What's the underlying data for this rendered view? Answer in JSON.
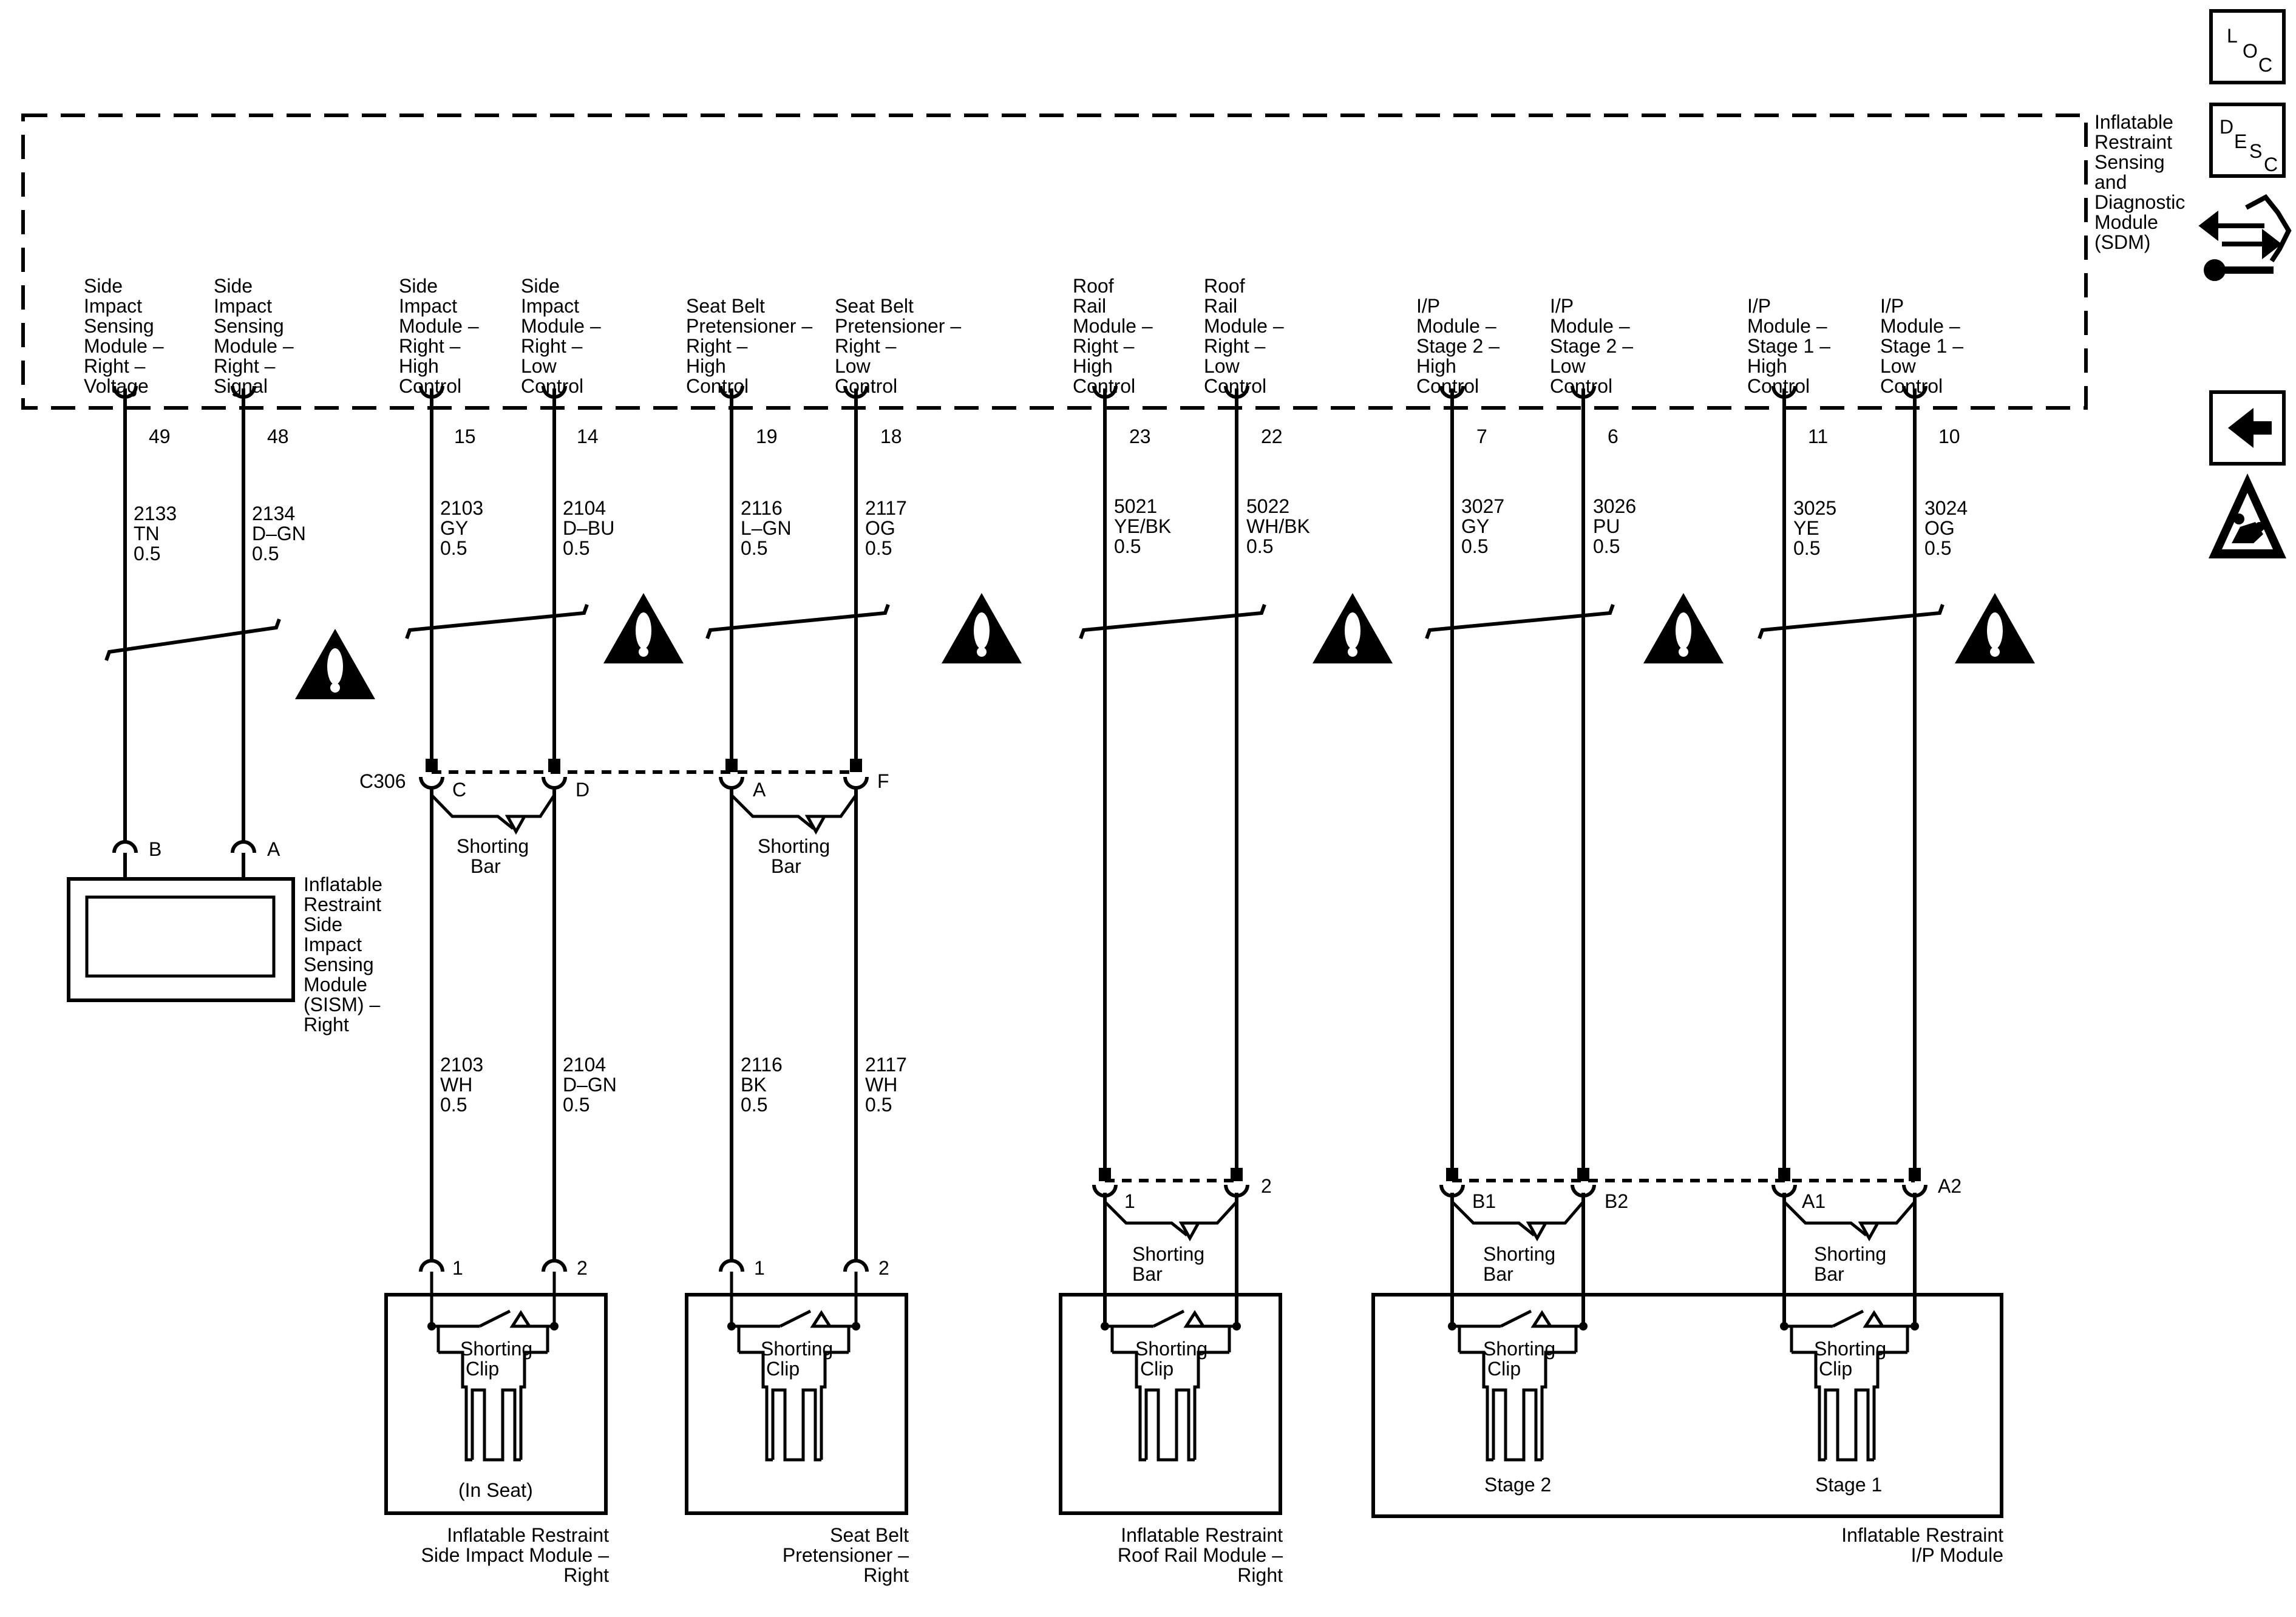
{
  "sdm": {
    "name_lines": [
      "Inflatable",
      "Restraint",
      "Sensing",
      "and",
      "Diagnostic",
      "Module",
      "(SDM)"
    ]
  },
  "sidebar": {
    "loc": [
      "L",
      "O",
      "C"
    ],
    "desc": [
      "D",
      "E",
      "S",
      "C"
    ]
  },
  "circuits": [
    {
      "label": [
        "Side",
        "Impact",
        "Sensing",
        "Module –",
        "Right –",
        "Voltage"
      ],
      "pin": "49",
      "wire": [
        "2133",
        "TN",
        "0.5"
      ]
    },
    {
      "label": [
        "Side",
        "Impact",
        "Sensing",
        "Module –",
        "Right –",
        "Signal"
      ],
      "pin": "48",
      "wire": [
        "2134",
        "D–GN",
        "0.5"
      ]
    },
    {
      "label": [
        "Side",
        "Impact",
        "Module –",
        "Right –",
        "High",
        "Control"
      ],
      "pin": "15",
      "wire": [
        "2103",
        "GY",
        "0.5"
      ],
      "conn_pin": "C",
      "wire2": [
        "2103",
        "WH",
        "0.5"
      ],
      "dev_pin": "1"
    },
    {
      "label": [
        "Side",
        "Impact",
        "Module –",
        "Right –",
        "Low",
        "Control"
      ],
      "pin": "14",
      "wire": [
        "2104",
        "D–BU",
        "0.5"
      ],
      "conn_pin": "D",
      "wire2": [
        "2104",
        "D–GN",
        "0.5"
      ],
      "dev_pin": "2"
    },
    {
      "label": [
        "Seat Belt",
        "Pretensioner –",
        "Right –",
        "High",
        "Control"
      ],
      "pin": "19",
      "wire": [
        "2116",
        "L–GN",
        "0.5"
      ],
      "conn_pin": "A",
      "wire2": [
        "2116",
        "BK",
        "0.5"
      ],
      "dev_pin": "1"
    },
    {
      "label": [
        "Seat Belt",
        "Pretensioner –",
        "Right –",
        "Low",
        "Control"
      ],
      "pin": "18",
      "wire": [
        "2117",
        "OG",
        "0.5"
      ],
      "conn_pin": "F",
      "wire2": [
        "2117",
        "WH",
        "0.5"
      ],
      "dev_pin": "2"
    },
    {
      "label": [
        "Roof",
        "Rail",
        "Module –",
        "Right –",
        "High",
        "Control"
      ],
      "pin": "23",
      "wire": [
        "5021",
        "YE/BK",
        "0.5"
      ],
      "dev_pin": "1"
    },
    {
      "label": [
        "Roof",
        "Rail",
        "Module –",
        "Right –",
        "Low",
        "Control"
      ],
      "pin": "22",
      "wire": [
        "5022",
        "WH/BK",
        "0.5"
      ],
      "dev_pin": "2"
    },
    {
      "label": [
        "I/P",
        "Module –",
        "Stage 2 –",
        "High",
        "Control"
      ],
      "pin": "7",
      "wire": [
        "3027",
        "GY",
        "0.5"
      ],
      "dev_pin": "B1"
    },
    {
      "label": [
        "I/P",
        "Module –",
        "Stage 2 –",
        "Low",
        "Control"
      ],
      "pin": "6",
      "wire": [
        "3026",
        "PU",
        "0.5"
      ],
      "dev_pin": "B2"
    },
    {
      "label": [
        "I/P",
        "Module –",
        "Stage 1 –",
        "High",
        "Control"
      ],
      "pin": "11",
      "wire": [
        "3025",
        "YE",
        "0.5"
      ],
      "dev_pin": "A1"
    },
    {
      "label": [
        "I/P",
        "Module –",
        "Stage 1 –",
        "Low",
        "Control"
      ],
      "pin": "10",
      "wire": [
        "3024",
        "OG",
        "0.5"
      ],
      "dev_pin": "A2"
    }
  ],
  "connector": "C306",
  "shorting_bar": [
    "Shorting",
    "Bar"
  ],
  "shorting_clip": [
    "Shorting",
    "Clip"
  ],
  "sism": {
    "pins": [
      "B",
      "A"
    ],
    "name_lines": [
      "Inflatable",
      "Restraint",
      "Side",
      "Impact",
      "Sensing",
      "Module",
      "(SISM) –",
      "Right"
    ]
  },
  "modules": [
    {
      "name_lines": [
        "Inflatable Restraint",
        "Side Impact Module –",
        "Right"
      ],
      "inner": "(In Seat)"
    },
    {
      "name_lines": [
        "Seat Belt",
        "Pretensioner –",
        "Right"
      ]
    },
    {
      "name_lines": [
        "Inflatable Restraint",
        "Roof Rail Module –",
        "Right"
      ]
    },
    {
      "name_lines": [
        "Inflatable Restraint",
        "I/P Module"
      ],
      "stages": [
        "Stage 2",
        "Stage 1"
      ]
    }
  ]
}
